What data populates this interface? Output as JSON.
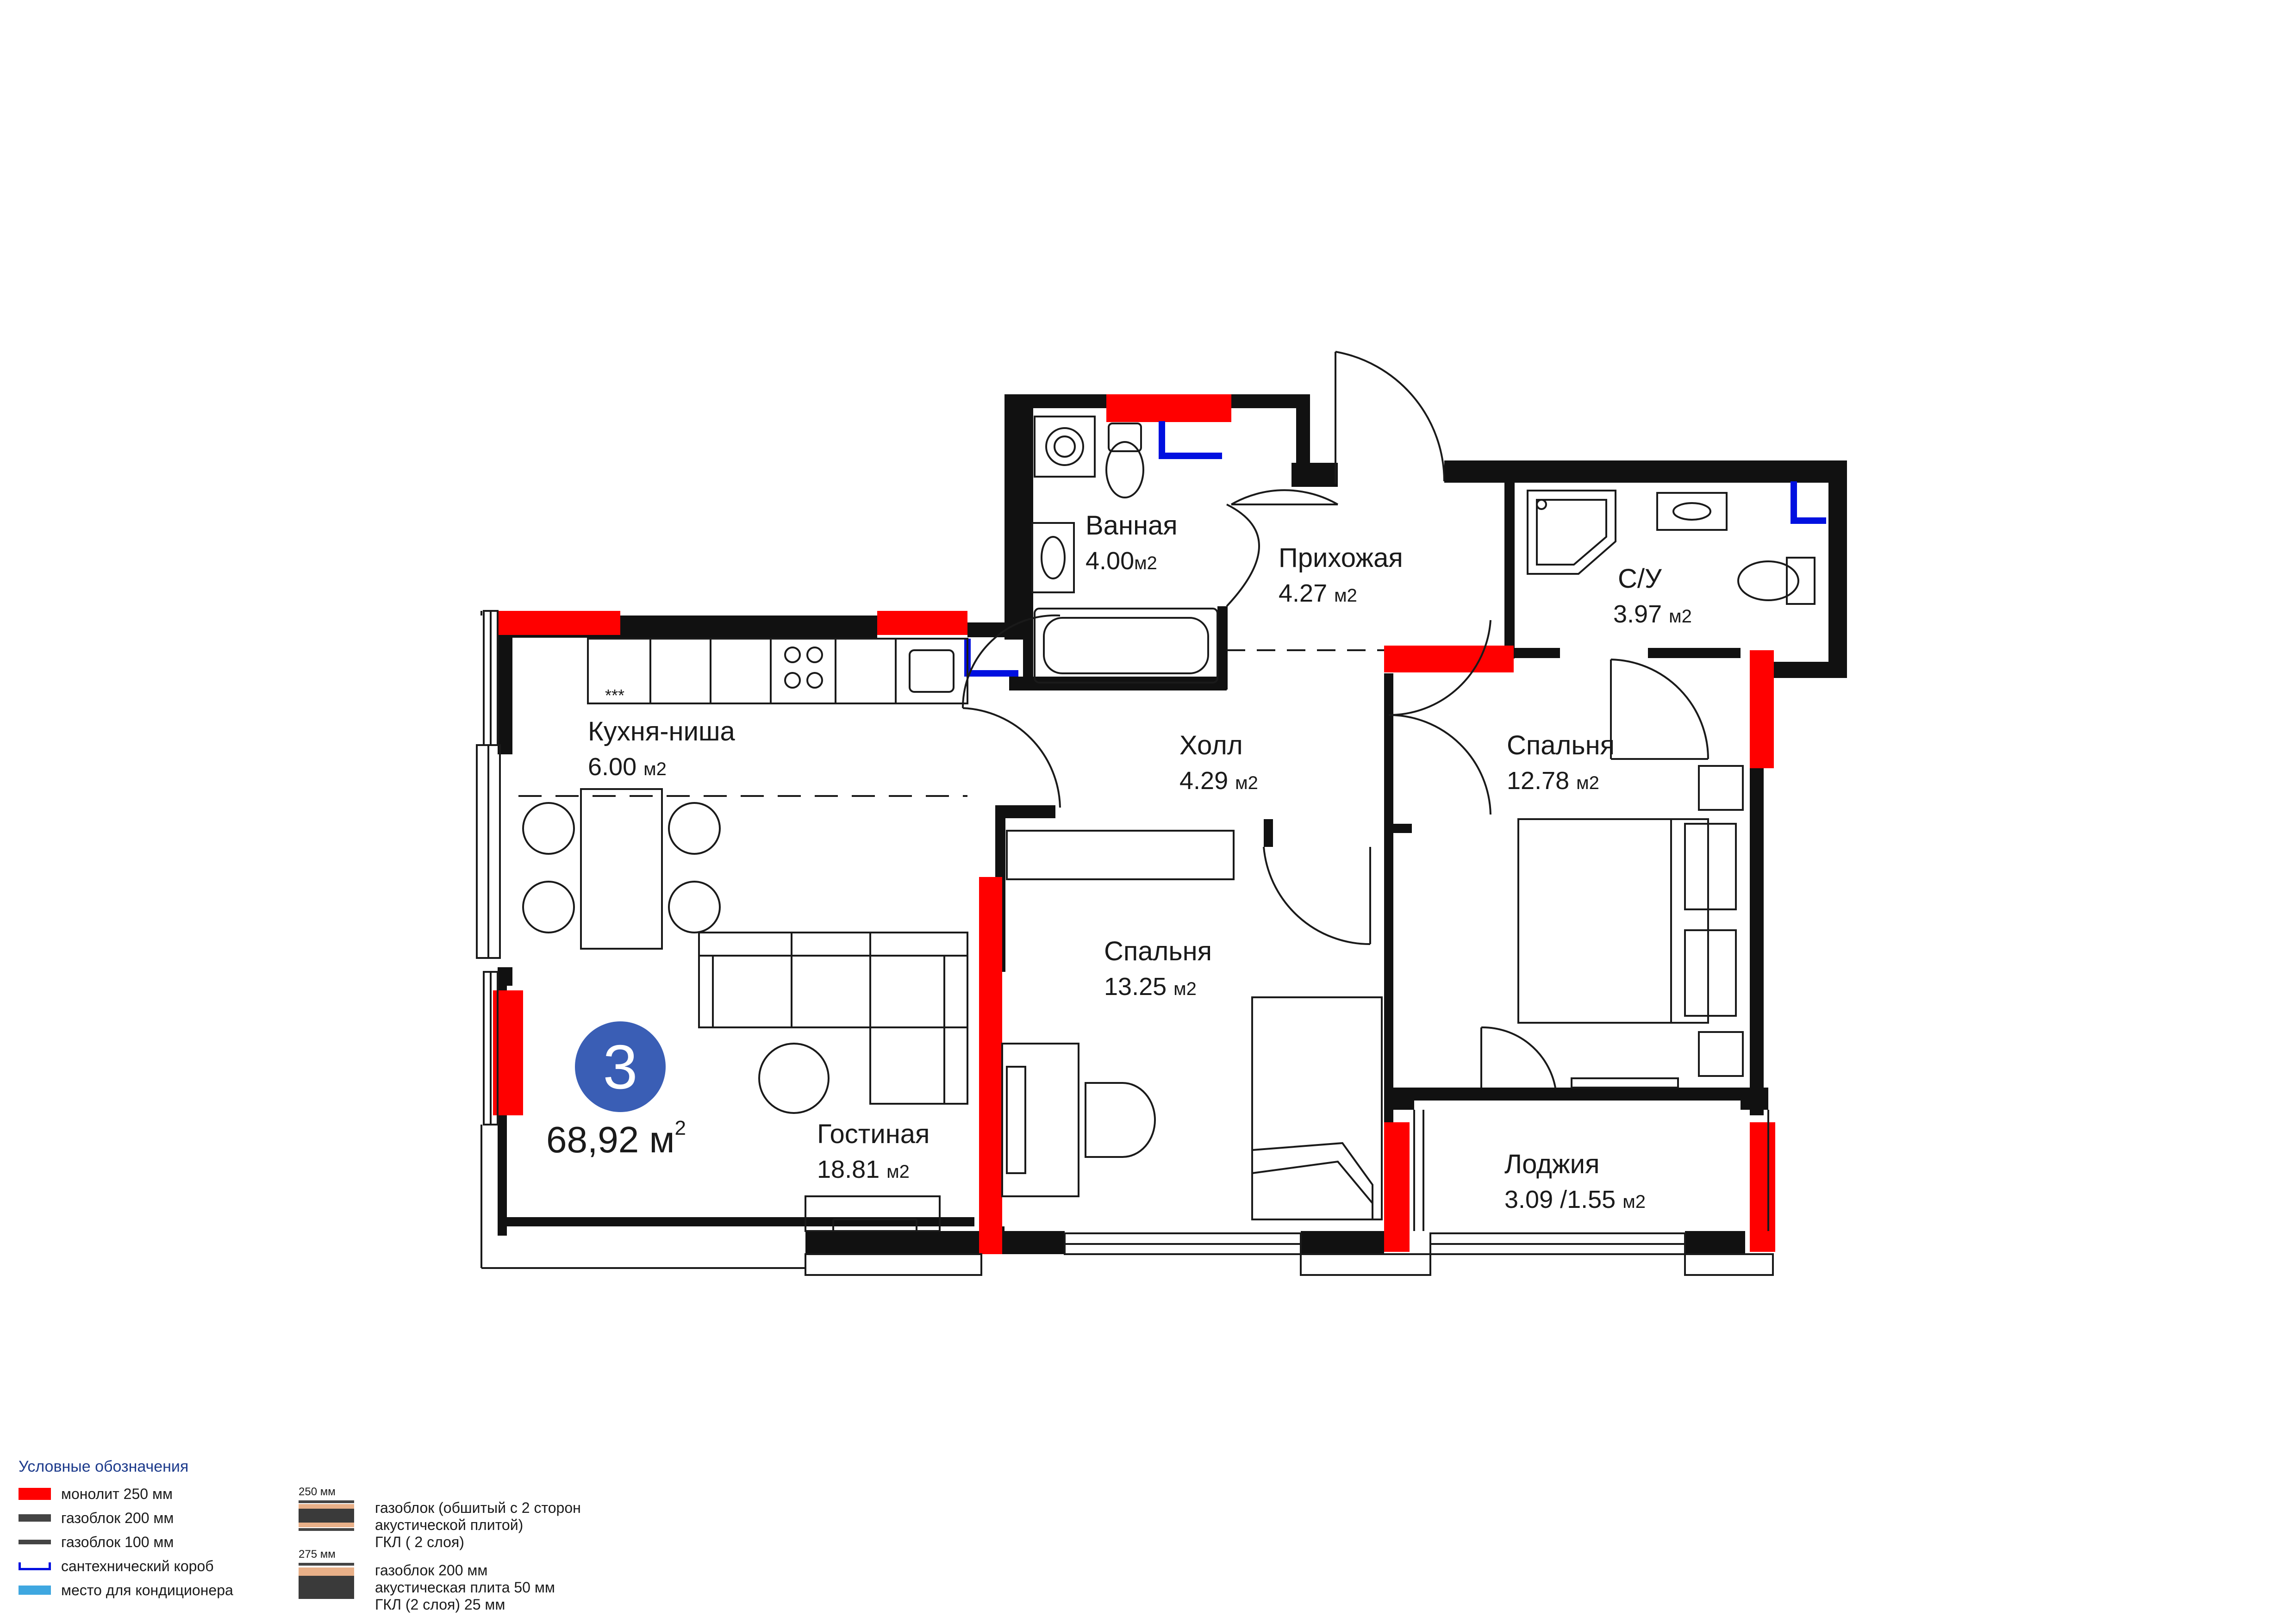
{
  "apartment": {
    "rooms_count": "3",
    "total_area_value": "68,92",
    "total_area_unit": "м",
    "total_area_exp": "2"
  },
  "rooms": [
    {
      "id": "bathroom",
      "name": "Ванная",
      "area": "4.00",
      "unit": "м2"
    },
    {
      "id": "entrance-hall",
      "name": "Прихожая",
      "area": "4.27",
      "unit": "м2"
    },
    {
      "id": "wc",
      "name": "С/У",
      "area": "3.97",
      "unit": "м2"
    },
    {
      "id": "kitchen-niche",
      "name": "Кухня-ниша",
      "area": "6.00",
      "unit": "м2"
    },
    {
      "id": "hall",
      "name": "Холл",
      "area": "4.29",
      "unit": "м2"
    },
    {
      "id": "bedroom-right",
      "name": "Спальня",
      "area": "12.78",
      "unit": "м2"
    },
    {
      "id": "bedroom-middle",
      "name": "Спальня",
      "area": "13.25",
      "unit": "м2"
    },
    {
      "id": "living-room",
      "name": "Гостиная",
      "area": "18.81",
      "unit": "м2"
    },
    {
      "id": "loggia",
      "name": "Лоджия",
      "area": "3.09 /1.55",
      "unit": "м2"
    }
  ],
  "stove_marks": "***",
  "colors": {
    "monolith": "#ff0000",
    "gasblock": "#111111",
    "sanitary_box": "#0010e0",
    "aircon": "#3fa7e0",
    "badge": "#3a5eb5"
  },
  "legend": {
    "title": "Условные обозначения",
    "items": [
      {
        "swatch": "red",
        "label": "монолит 250 мм"
      },
      {
        "swatch": "dark",
        "label": "газоблок 200 мм"
      },
      {
        "swatch": "thin",
        "label": "газоблок 100 мм"
      },
      {
        "swatch": "blue",
        "label": "сантехнический короб"
      },
      {
        "swatch": "sky",
        "label": "место для кондиционера"
      }
    ],
    "layers": [
      {
        "thickness": "250 мм",
        "lines": [
          "газоблок (обшитый с 2 сторон",
          "акустической плитой)",
          "ГКЛ ( 2 слоя)"
        ]
      },
      {
        "thickness": "275 мм",
        "lines": [
          "газоблок 200 мм",
          "акустическая плита 50 мм",
          "ГКЛ (2 слоя) 25 мм"
        ]
      }
    ]
  }
}
